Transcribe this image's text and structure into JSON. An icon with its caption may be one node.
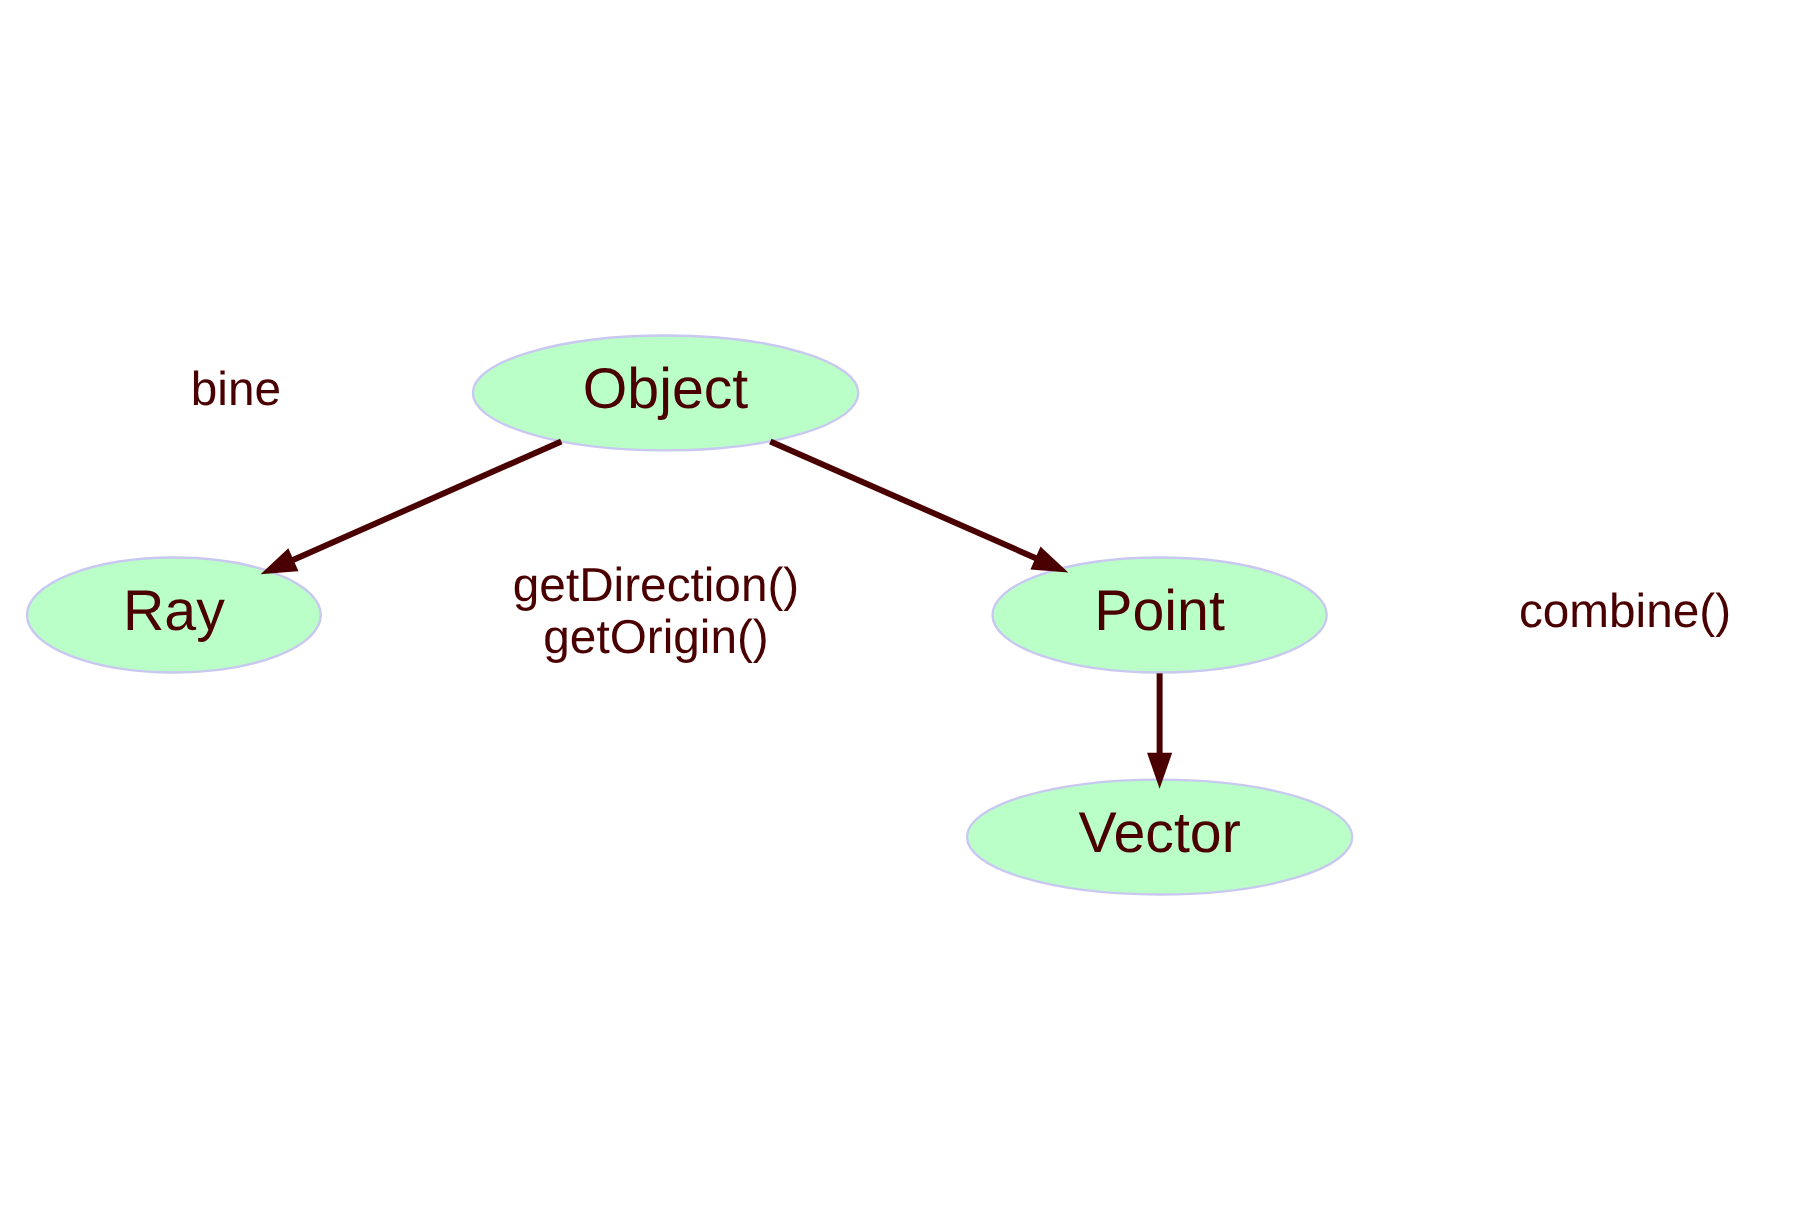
{
  "diagram": {
    "nodes": [
      {
        "text": [
          "Object"
        ]
      },
      {
        "text": [
          "Ray"
        ],
        "beside": [
          "getDirection()",
          "getOrigin()"
        ]
      },
      {
        "text": [
          "Point"
        ],
        "beside": [
          "combine()"
        ]
      },
      {
        "text": [
          "Vector"
        ]
      }
    ],
    "edges": [
      {
        "from": 0,
        "to": 1,
        "arrow": "to"
      },
      {
        "from": 0,
        "to": 2,
        "arrow": "to"
      },
      {
        "from": 2,
        "to": 3,
        "arrow": "to"
      }
    ],
    "labels": [
      "bine"
    ]
  }
}
